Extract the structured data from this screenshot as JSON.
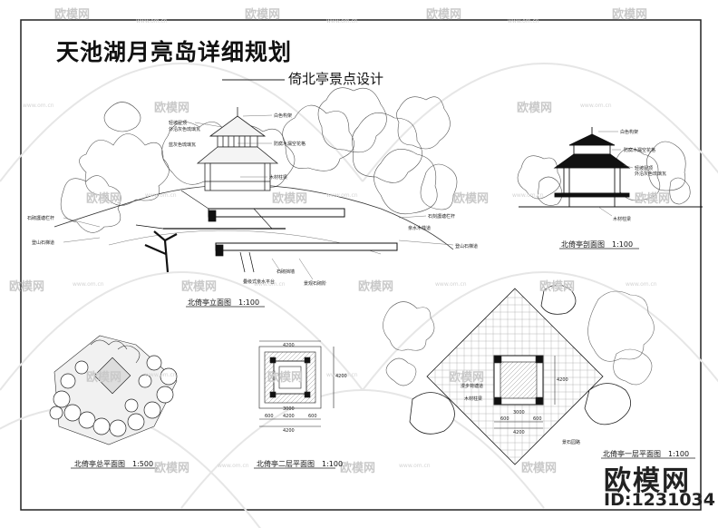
{
  "title": "天池湖月亮岛详细规划",
  "subtitle": "倚北亭景点设计",
  "drawings": {
    "elevation_caption": "北倚亭立面图　1:100",
    "section_caption": "北倚亭剖面图　1:100",
    "site_plan_caption": "北倚亭总平面图　1:500",
    "second_floor_caption": "北倚亭二层平面图　1:100",
    "first_floor_caption": "北倚亭一层平面图　1:100"
  },
  "elevation_notes": [
    "白色构架",
    "防腐木漏空花格",
    "木材柱梁",
    "石砌護塘栏杆",
    "登山石梯道",
    "石刻護塘栏杆",
    "登山石梯道",
    "亲水木栈道",
    "叠级式亲水平台",
    "石砌挡墙",
    "景观石砌阶",
    "轻坡屋顶",
    "外沿灰色琉璃瓦",
    "蓝灰色琉璃瓦"
  ],
  "section_notes": [
    "白色构架",
    "防腐木漏空花格",
    "轻坡屋顶",
    "外沿灰色琉璃瓦",
    "木材柱梁"
  ],
  "plan_notes": [
    "漫步荷塘道",
    "木材柱梁",
    "景石园路"
  ],
  "dims": [
    "4200",
    "600",
    "3000",
    "600",
    "4200",
    "4200",
    "600",
    "3000",
    "600",
    "4200",
    "4200",
    "4200"
  ],
  "watermark": {
    "brand": "欧模网",
    "site": "www.om.cn"
  },
  "brand_mark": {
    "name": "欧模网",
    "id": "ID:1231034"
  }
}
